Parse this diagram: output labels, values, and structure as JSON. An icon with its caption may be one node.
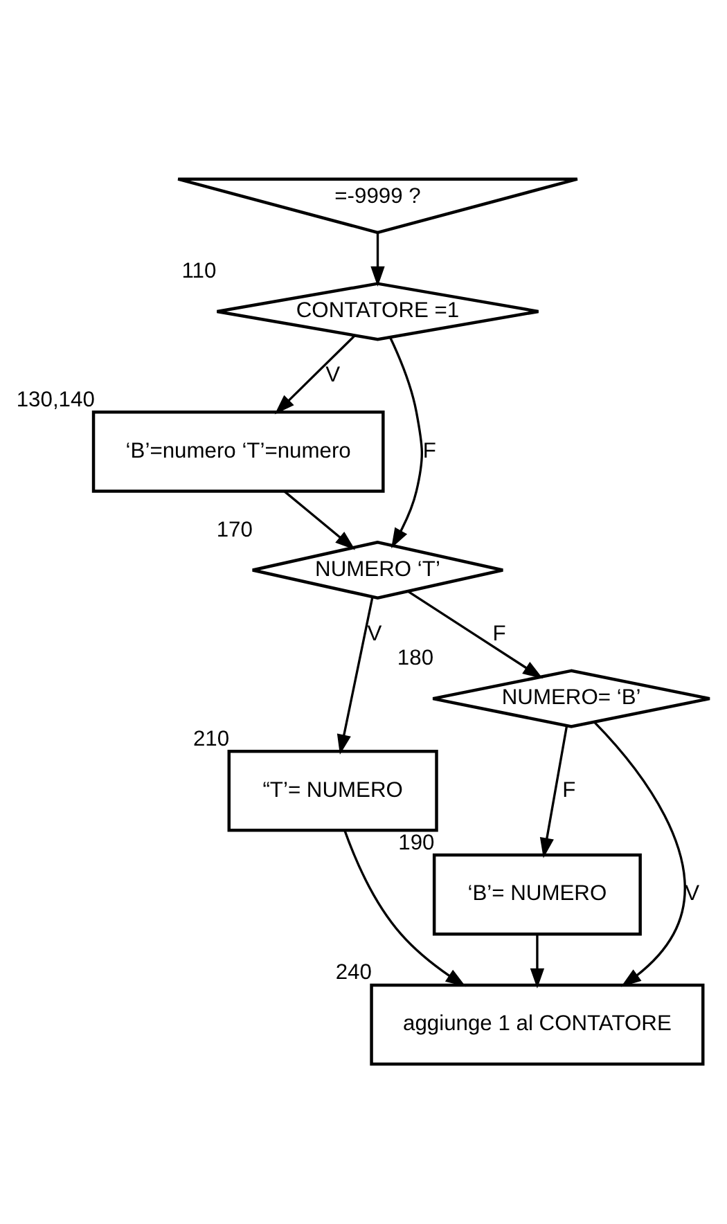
{
  "diagram": {
    "nodes": [
      {
        "text": [
          "=-9999 ?"
        ]
      },
      {
        "text": [
          "CONTATORE =1"
        ],
        "beside": [
          "110"
        ]
      },
      {
        "text": [
          "‘B’=numero ‘T’=numero"
        ],
        "beside": [
          "130,140"
        ]
      },
      {
        "text": [
          "NUMERO ‘T’"
        ],
        "beside": [
          "170"
        ]
      },
      {
        "text": [
          "“T’= NUMERO"
        ],
        "beside": [
          "210"
        ]
      },
      {
        "text": [
          "NUMERO= ‘B’"
        ],
        "beside": [
          "180"
        ]
      },
      {
        "text": [
          "‘B’= NUMERO"
        ],
        "beside": [
          "190"
        ]
      },
      {
        "text": [
          "aggiunge 1 al CONTATORE"
        ],
        "beside": [
          "240"
        ]
      }
    ],
    "edges": [
      {
        "from": 0,
        "to": 1,
        "arrow": "to"
      },
      {
        "from": 1,
        "to": 2,
        "label": "V",
        "arrow": "to"
      },
      {
        "from": 1,
        "to": 3,
        "label": "F",
        "arrow": "to"
      },
      {
        "from": 2,
        "to": 3,
        "arrow": "to"
      },
      {
        "from": 3,
        "to": 4,
        "label": "V",
        "arrow": "to"
      },
      {
        "from": 3,
        "to": 5,
        "label": "F",
        "arrow": "to"
      },
      {
        "from": 5,
        "to": 7,
        "label": "V",
        "arrow": "to"
      },
      {
        "from": 5,
        "to": 6,
        "label": "F",
        "arrow": "to"
      },
      {
        "from": 6,
        "to": 7,
        "arrow": "to"
      },
      {
        "from": 4,
        "to": 7,
        "arrow": "to"
      }
    ]
  }
}
